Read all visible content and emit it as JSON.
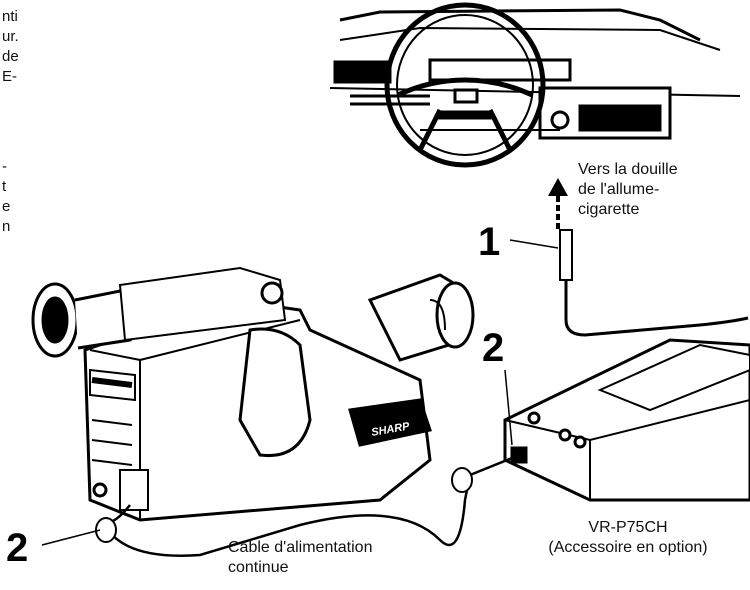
{
  "left_text_fragments": [
    "nti",
    "ur.",
    "de",
    "E-",
    "-",
    "t",
    "e",
    "n"
  ],
  "callouts": {
    "num_1": "1",
    "num_2_adapter": "2",
    "num_2_camera": "2"
  },
  "labels": {
    "cigarette_line1": "Vers la douille",
    "cigarette_line2": "de l'allume-",
    "cigarette_line3": "cigarette",
    "cable_line1": "Câble d'alimentation",
    "cable_line2": "continue",
    "adapter_model": "VR-P75CH",
    "adapter_note": "(Accessoire en option)"
  },
  "brand_on_camera": "SHARP"
}
